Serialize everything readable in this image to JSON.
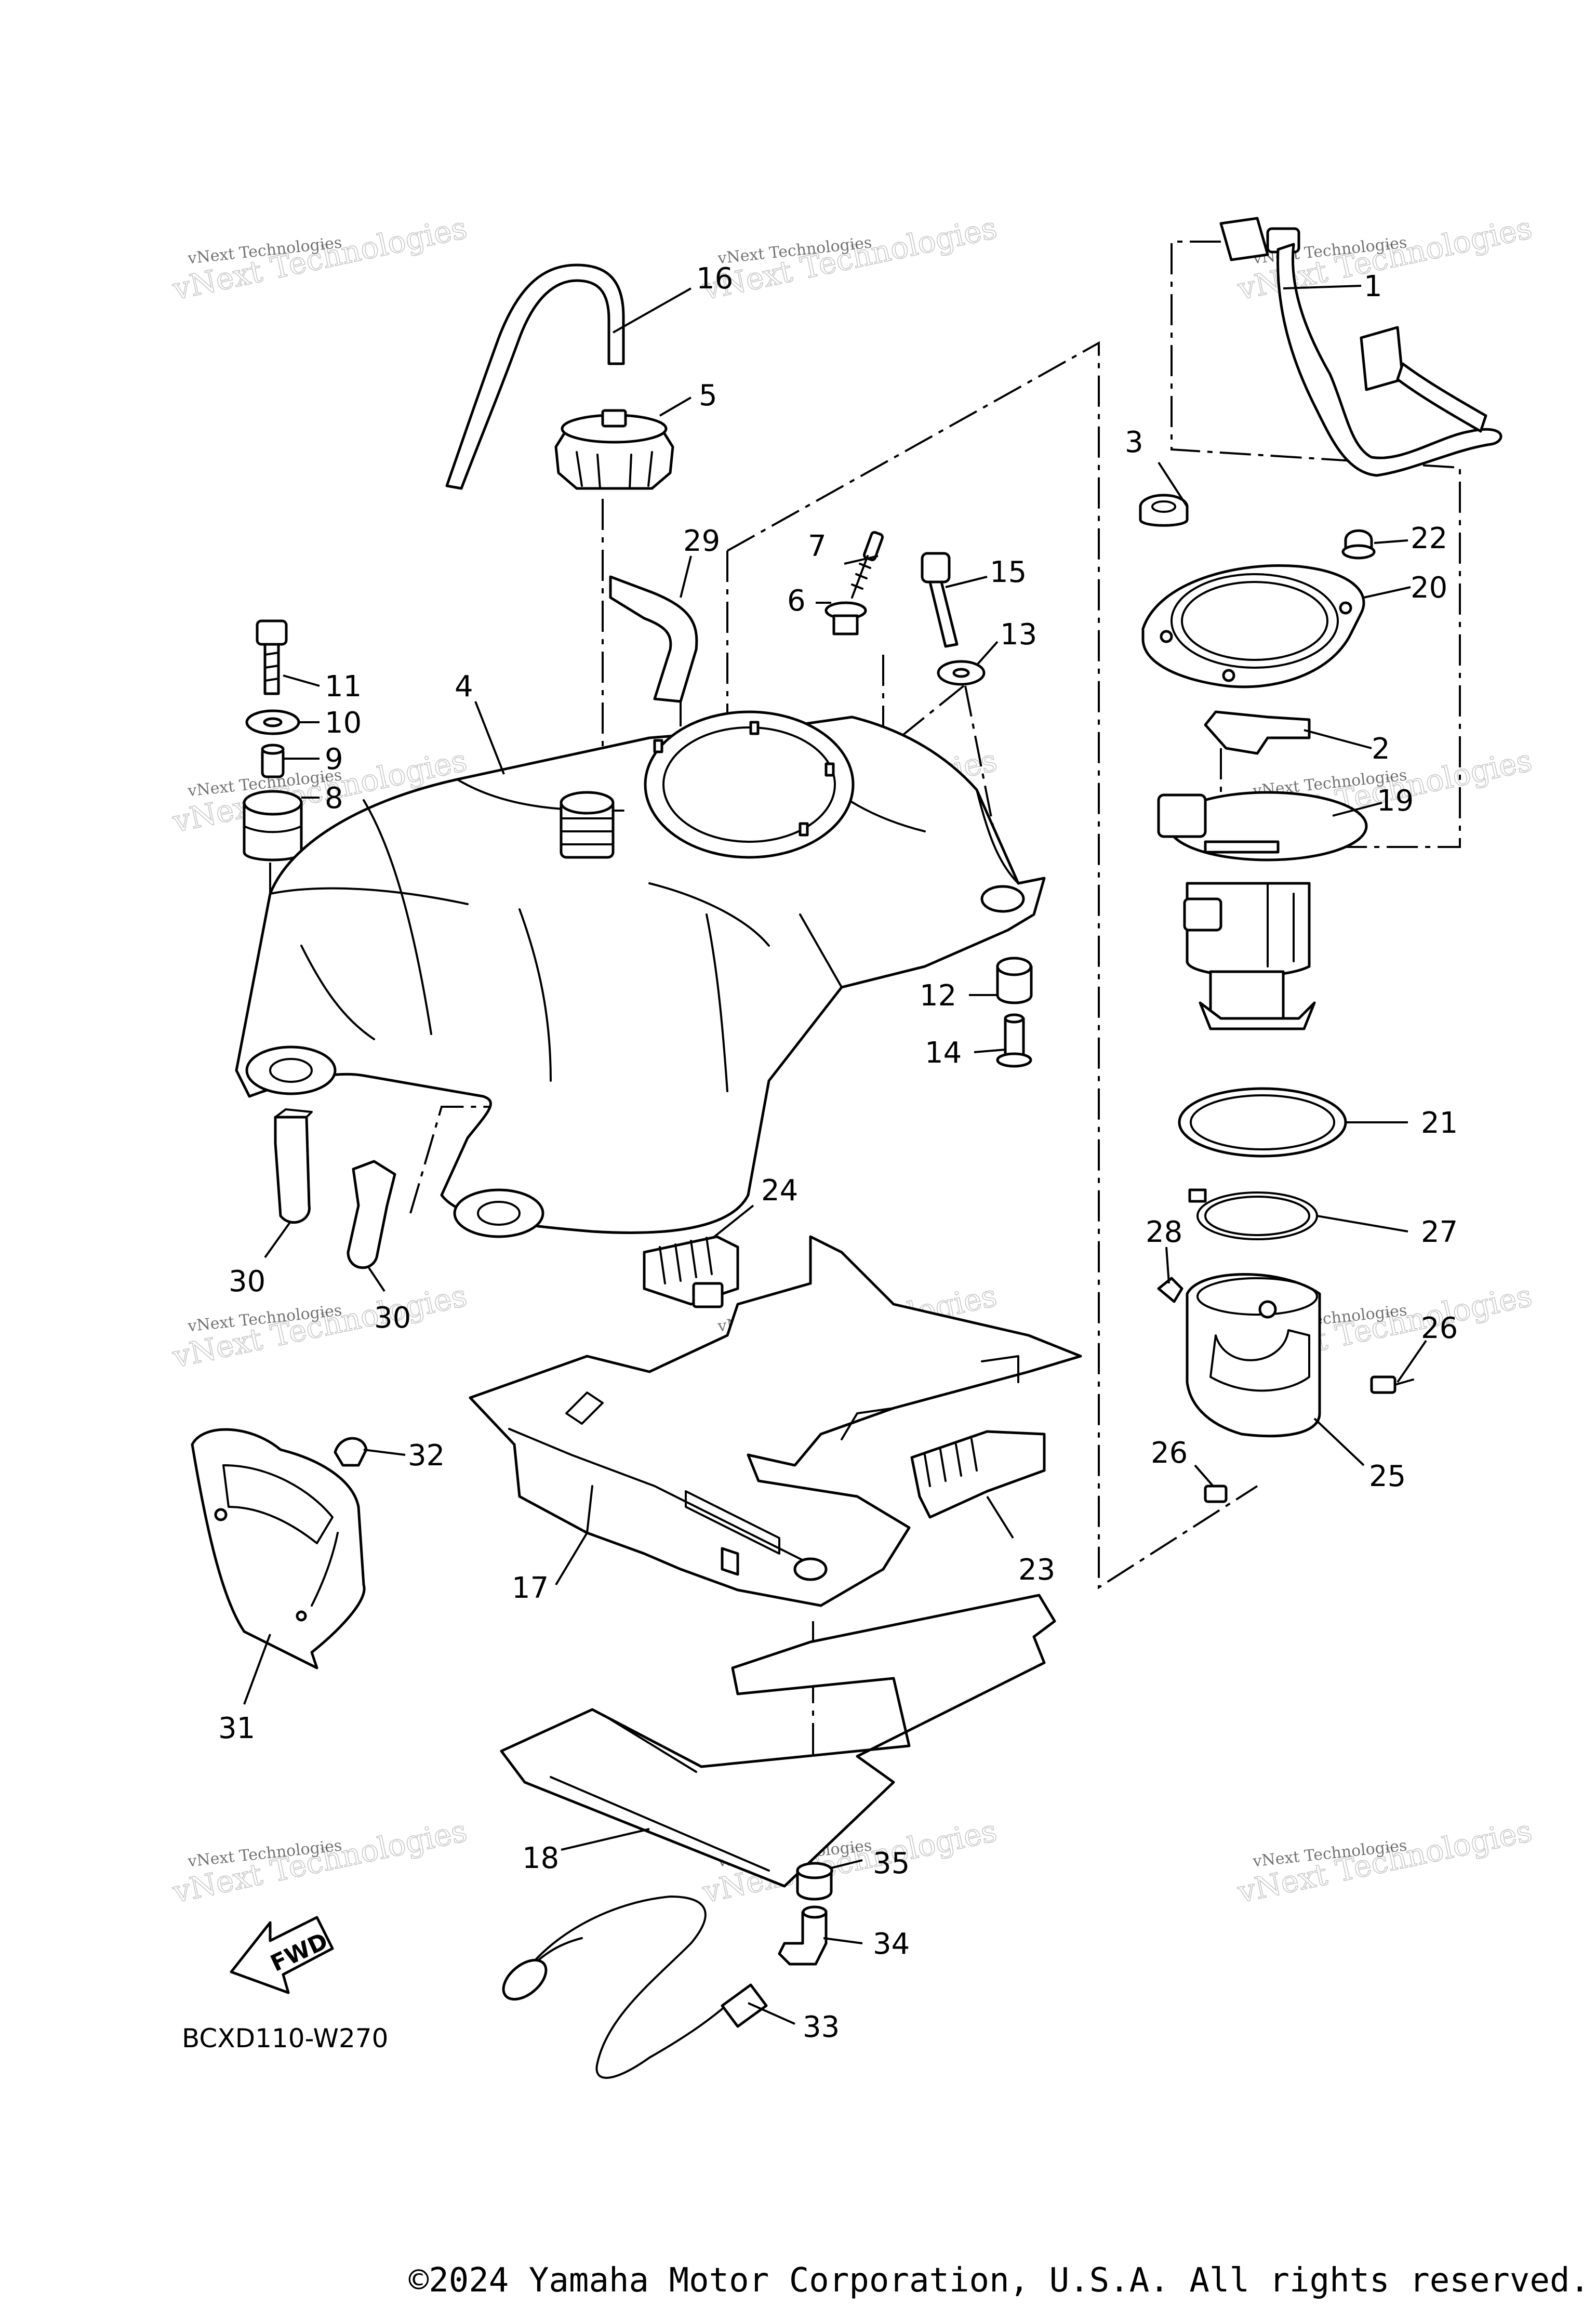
{
  "diagram": {
    "code": "BCXD110-W270",
    "copyright": "©2024 Yamaha Motor Corporation, U.S.A. All rights reserved.",
    "direction_label": "FWD",
    "watermark": {
      "line1": "vNext Technologies",
      "line2": "vNext Technologies"
    },
    "callouts": {
      "c1": "1",
      "c2": "2",
      "c3": "3",
      "c4": "4",
      "c5": "5",
      "c6": "6",
      "c7": "7",
      "c8": "8",
      "c9": "9",
      "c10": "10",
      "c11": "11",
      "c12": "12",
      "c13": "13",
      "c14": "14",
      "c15": "15",
      "c16": "16",
      "c17": "17",
      "c18": "18",
      "c19": "19",
      "c20": "20",
      "c21": "21",
      "c22": "22",
      "c23": "23",
      "c24": "24",
      "c25": "25",
      "c26a": "26",
      "c26b": "26",
      "c27": "27",
      "c28": "28",
      "c29": "29",
      "c30a": "30",
      "c30b": "30",
      "c31": "31",
      "c32": "32",
      "c33": "33",
      "c34": "34",
      "c35": "35"
    }
  }
}
